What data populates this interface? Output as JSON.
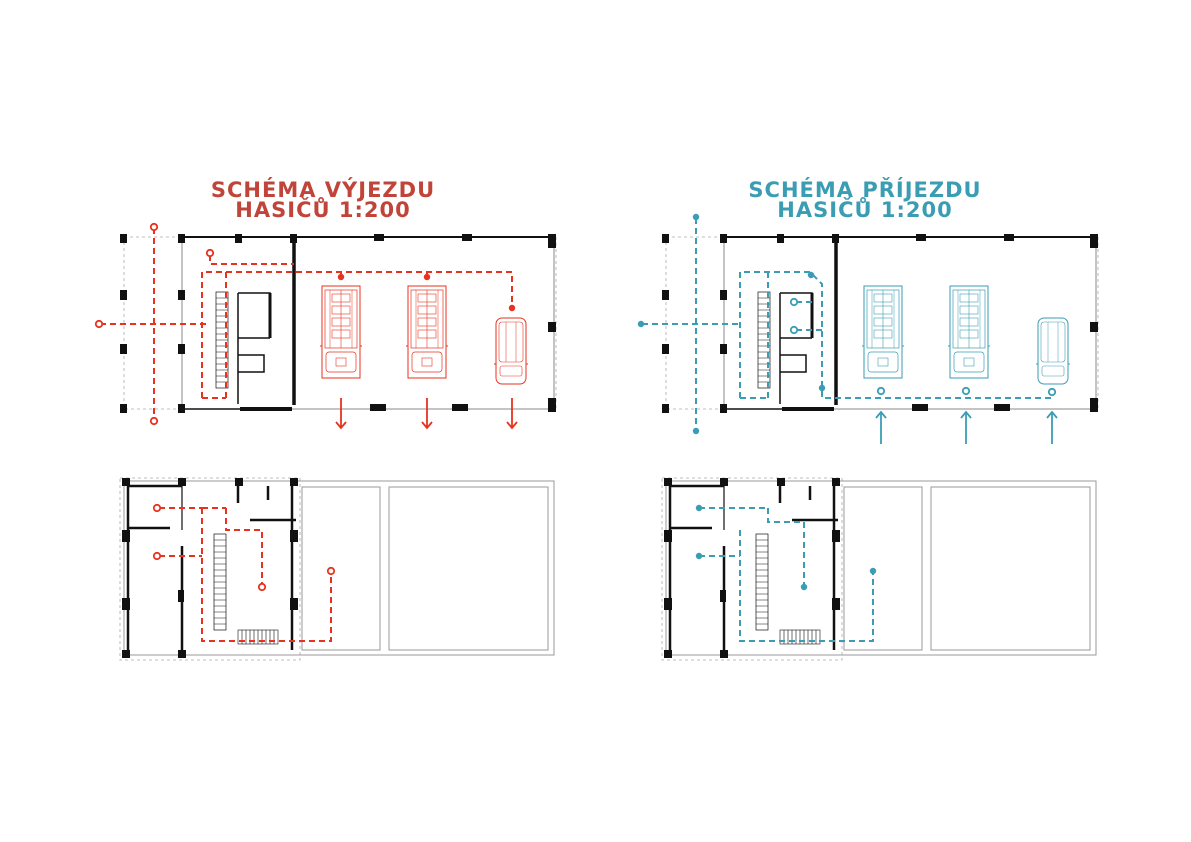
{
  "colors": {
    "departure": "#e8321e",
    "arrival": "#3a9db3",
    "departure_title": "#c0443a",
    "wall": "#111111",
    "outline": "#999999",
    "dashed_outline": "#aaaaaa"
  },
  "left_panel": {
    "title_line1": "SCHÉMA VÝJEZDU",
    "title_line2": "HASIČŮ 1:200"
  },
  "right_panel": {
    "title_line1": "SCHÉMA PŘÍJEZDU",
    "title_line2": "HASIČŮ 1:200"
  }
}
